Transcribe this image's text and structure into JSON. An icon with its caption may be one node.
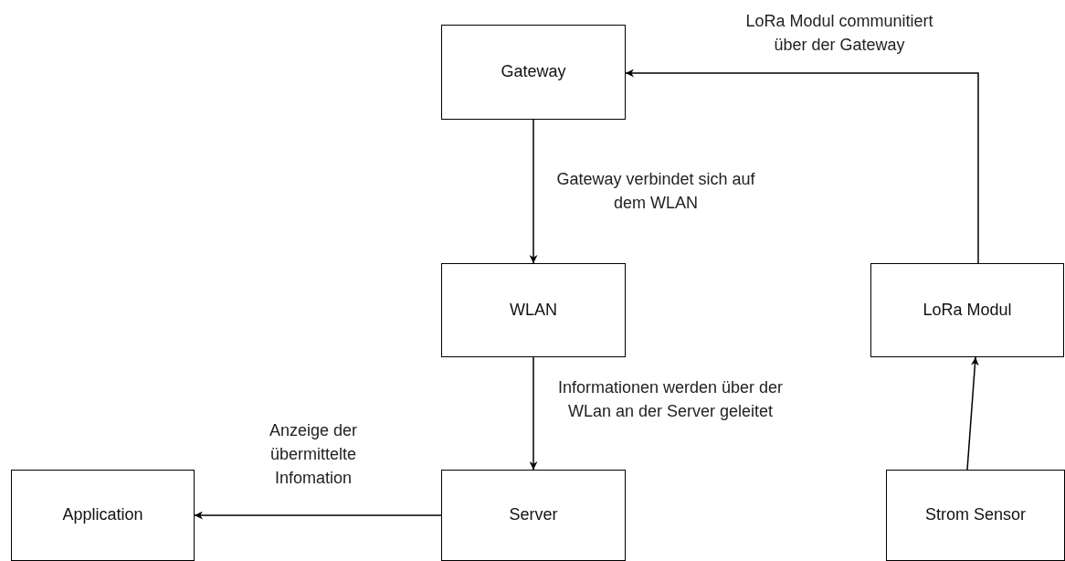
{
  "diagram": {
    "nodes": [
      {
        "text": [
          "Gateway"
        ]
      },
      {
        "text": [
          "WLAN"
        ]
      },
      {
        "text": [
          "LoRa Modul"
        ]
      },
      {
        "text": [
          "Application"
        ]
      },
      {
        "text": [
          "Server"
        ]
      },
      {
        "text": [
          "Strom Sensor"
        ]
      }
    ],
    "edges": [
      {
        "from": 2,
        "to": 0,
        "arrow": "to",
        "label": "LoRa Modul communitiert über der Gateway"
      },
      {
        "from": 0,
        "to": 1,
        "arrow": "to",
        "label": "Gateway verbindet sich auf dem WLAN"
      },
      {
        "from": 1,
        "to": 4,
        "arrow": "to",
        "label": "Informationen werden über der WLan an der Server geleitet"
      },
      {
        "from": 4,
        "to": 3,
        "arrow": "to",
        "label": "Anzeige der übermittelte Infomation"
      },
      {
        "from": 5,
        "to": 2,
        "arrow": "to"
      }
    ]
  }
}
